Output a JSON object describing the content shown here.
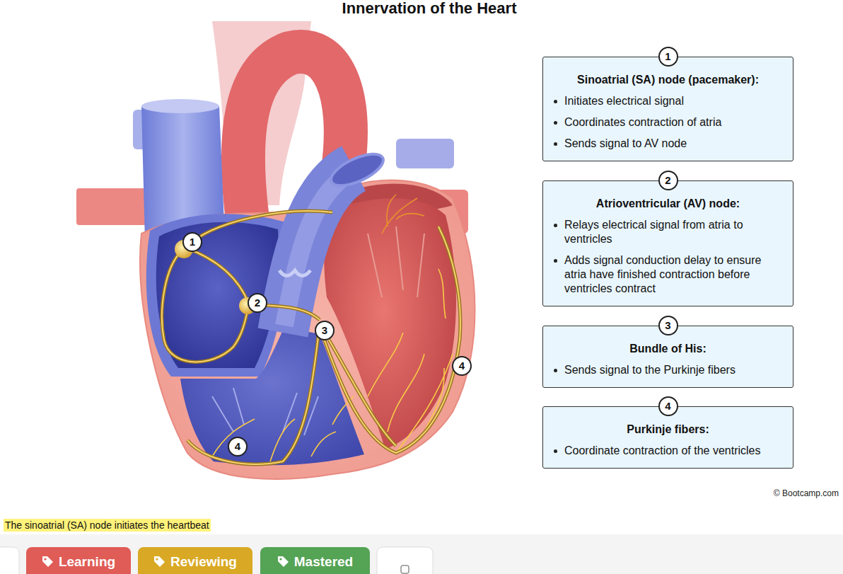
{
  "diagram": {
    "title": "Innervation of the Heart",
    "nodes": [
      {
        "text": [
          "1",
          "Sinoatrial (SA) node (pacemaker):",
          "Initiates electrical signal",
          "Coordinates contraction of atria",
          "Sends signal to AV node"
        ]
      },
      {
        "text": [
          "2",
          "Atrioventricular (AV) node:",
          "Relays electrical signal from atria to ventricles",
          "Adds signal conduction delay to ensure atria have finished contraction before ventricles contract"
        ]
      },
      {
        "text": [
          "3",
          "Bundle of His:",
          "Sends signal to the Purkinje fibers"
        ]
      },
      {
        "text": [
          "4",
          "Purkinje fibers:",
          "Coordinate contraction of the ventricles"
        ]
      },
      {
        "text": [
          "Learning"
        ]
      },
      {
        "text": [
          "Reviewing"
        ]
      },
      {
        "text": [
          "Mastered"
        ]
      }
    ],
    "labels": [
      "1",
      "2",
      "3",
      "4",
      "4",
      "© Bootcamp.com",
      "The sinoatrial (SA) node initiates the heartbeat"
    ]
  }
}
